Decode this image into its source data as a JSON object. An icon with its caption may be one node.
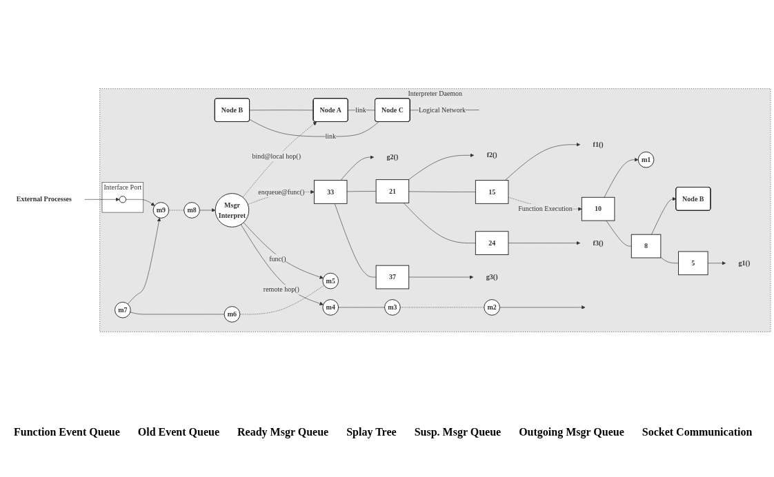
{
  "diagram": {
    "nodes": [
      {
        "text": [
          "Interpreter Daemon"
        ]
      },
      {
        "text": [
          "External Processes"
        ]
      },
      {
        "text": [
          "Interface Port"
        ],
        "in": 0
      },
      {
        "text": [],
        "shape": "circle",
        "in": 2
      },
      {
        "text": [
          "Node B"
        ],
        "in": 0
      },
      {
        "text": [
          "Node A"
        ],
        "in": 0
      },
      {
        "text": [
          "Node C"
        ],
        "in": 0
      },
      {
        "text": [
          "33"
        ],
        "in": 0
      },
      {
        "text": [
          "g2()"
        ],
        "in": 0
      },
      {
        "text": [
          "10"
        ],
        "in": 0
      },
      {
        "text": [
          "m1"
        ],
        "in": 0
      },
      {
        "text": [
          "21"
        ],
        "in": 0
      },
      {
        "text": [
          "f2()"
        ],
        "in": 0
      },
      {
        "text": [
          "37"
        ],
        "in": 0
      },
      {
        "text": [
          "g3()"
        ],
        "in": 0
      },
      {
        "text": [
          "8"
        ],
        "in": 0
      },
      {
        "text": [
          "Node B"
        ],
        "in": 0
      },
      {
        "text": [
          "Msgr",
          "Interpret"
        ],
        "in": 0
      },
      {
        "text": [
          "15"
        ],
        "in": 0
      },
      {
        "text": [
          "f1()"
        ],
        "in": 0
      },
      {
        "text": [
          "24"
        ],
        "in": 0
      },
      {
        "text": [
          "f3()"
        ],
        "in": 0
      },
      {
        "text": [
          "5"
        ],
        "in": 0
      },
      {
        "text": [
          "g1()"
        ],
        "in": 0
      },
      {
        "text": [
          "m9"
        ],
        "in": 0
      },
      {
        "text": [
          "m8"
        ],
        "in": 0
      },
      {
        "text": [
          "m7"
        ],
        "in": 0
      },
      {
        "text": [
          "m6"
        ],
        "in": 0
      },
      {
        "text": [
          "m5"
        ],
        "in": 0
      },
      {
        "text": [
          "m4"
        ],
        "in": 0
      },
      {
        "text": [
          "m3"
        ],
        "in": 0
      },
      {
        "text": [
          "m2"
        ],
        "in": 0
      }
    ],
    "edges": [
      {
        "from": 1,
        "to": 3,
        "arrow": "to"
      },
      {
        "from": 4,
        "to": 5,
        "arrow": "none"
      },
      {
        "from": 4,
        "to": 6,
        "arrow": "none",
        "label": "link"
      },
      {
        "from": 5,
        "to": 6,
        "arrow": "none",
        "label": "link"
      },
      {
        "from": 6,
        "to": null,
        "arrow": "none",
        "label": "Logical Network"
      },
      {
        "from": 3,
        "to": 24,
        "arrow": "to"
      },
      {
        "from": 17,
        "to": 5,
        "arrow": "to",
        "style": "dashed",
        "label": "bind@local hop()"
      },
      {
        "from": 17,
        "to": 7,
        "arrow": "to",
        "style": "dashed",
        "label": "enqueue@func()"
      },
      {
        "from": 7,
        "to": 8,
        "arrow": "to"
      },
      {
        "from": 7,
        "to": 11,
        "arrow": "none"
      },
      {
        "from": 7,
        "to": 13,
        "arrow": "none"
      },
      {
        "from": 11,
        "to": 12,
        "arrow": "to"
      },
      {
        "from": 13,
        "to": 14,
        "arrow": "to"
      },
      {
        "from": 11,
        "to": 18,
        "arrow": "none"
      },
      {
        "from": 11,
        "to": 20,
        "arrow": "none"
      },
      {
        "from": 18,
        "to": 19,
        "arrow": "to"
      },
      {
        "from": 20,
        "to": 21,
        "arrow": "to"
      },
      {
        "from": 18,
        "to": 9,
        "arrow": "to",
        "style": "dashed",
        "label": "Function Execution"
      },
      {
        "from": 9,
        "to": 10,
        "arrow": "to"
      },
      {
        "from": 9,
        "to": 15,
        "arrow": "none"
      },
      {
        "from": 15,
        "to": 16,
        "arrow": "to"
      },
      {
        "from": 15,
        "to": 22,
        "arrow": "none"
      },
      {
        "from": 22,
        "to": 23,
        "arrow": "to"
      },
      {
        "from": 24,
        "to": 25,
        "arrow": "none",
        "style": "dashed"
      },
      {
        "from": 25,
        "to": 17,
        "arrow": "to"
      },
      {
        "from": 17,
        "to": 28,
        "arrow": "to",
        "label": "func()"
      },
      {
        "from": 26,
        "to": 24,
        "arrow": "to"
      },
      {
        "from": 26,
        "to": 27,
        "arrow": "none"
      },
      {
        "from": 27,
        "to": 28,
        "arrow": "none",
        "style": "dashed"
      },
      {
        "from": 17,
        "to": 29,
        "arrow": "to",
        "label": "remote hop()"
      },
      {
        "from": 29,
        "to": 30,
        "arrow": "none"
      },
      {
        "from": 30,
        "to": 31,
        "arrow": "none",
        "style": "dashed"
      },
      {
        "from": 31,
        "to": null,
        "arrow": "to"
      }
    ],
    "labels": [
      "Function Event Queue",
      "Old Event Queue",
      "Ready Msgr Queue",
      "Splay Tree",
      "Susp. Msgr Queue",
      "Outgoing Msgr Queue",
      "Socket Communication"
    ]
  }
}
